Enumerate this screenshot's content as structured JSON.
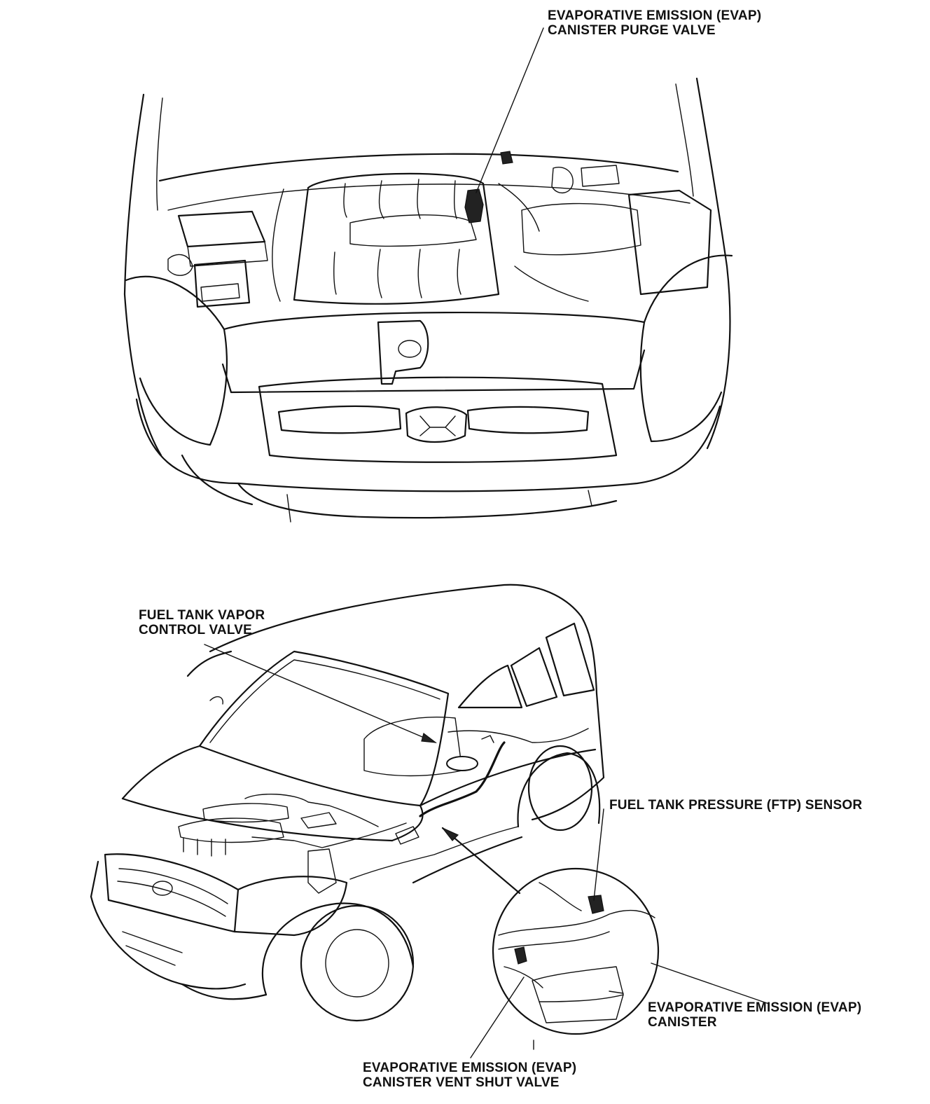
{
  "labels": {
    "purge_valve": {
      "line1": "EVAPORATIVE EMISSION (EVAP)",
      "line2": "CANISTER PURGE VALVE"
    },
    "vapor_control_valve": {
      "line1": "FUEL TANK VAPOR",
      "line2": "CONTROL VALVE"
    },
    "ftp_sensor": {
      "line1": "FUEL TANK PRESSURE (FTP) SENSOR"
    },
    "evap_canister": {
      "line1": "EVAPORATIVE EMISSION (EVAP)",
      "line2": "CANISTER"
    },
    "vent_shut_valve": {
      "line1": "EVAPORATIVE EMISSION (EVAP)",
      "line2": "CANISTER VENT SHUT VALVE"
    }
  },
  "colors": {
    "ink": "#111111",
    "paper": "#ffffff"
  }
}
